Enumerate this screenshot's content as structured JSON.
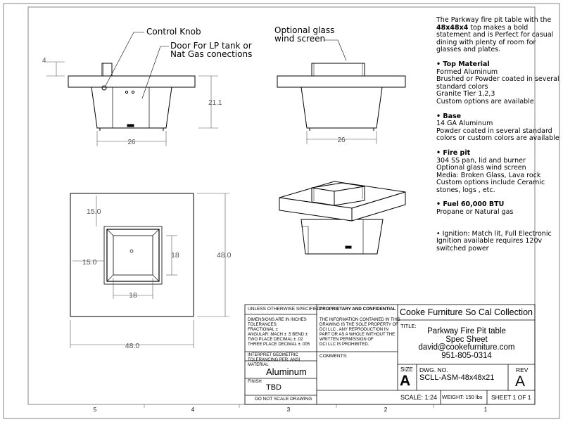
{
  "callouts": {
    "control_knob": "Control Knob",
    "door": [
      "Door For LP tank or",
      "Nat Gas conections"
    ],
    "wind_screen": [
      "Optional glass",
      "wind screen"
    ]
  },
  "dimensions": {
    "top_thickness": "4",
    "height": "21.1",
    "base_front": "26",
    "base_side": "26",
    "top_offset": "15.0",
    "left_offset": "15.0",
    "pit_height": "18",
    "pit_width": "18",
    "overall_height": "48.0",
    "overall_width": "48.0"
  },
  "spec_sheet": {
    "intro_prefix": "The Parkway fire pit table with the ",
    "intro_bold": "48x48x4",
    "intro_suffix": " top makes a bold statement and is Perfect for casual dining with plenty of room for glasses and plates.",
    "top_material": {
      "heading": "• Top Material",
      "lines": [
        "Formed Aluminum",
        "Brushed or Powder coated in several standard colors",
        "Granite Tier 1,2,3",
        "Custom options are available"
      ]
    },
    "base": {
      "heading": "• Base",
      "lines": [
        "14 GA Aluminum",
        "Powder coated in several standard colors or custom colors are available"
      ]
    },
    "fire_pit": {
      "heading": "• Fire pit",
      "lines": [
        "304 SS pan, lid and burner",
        "Optional glass wind screen",
        "Media: Broken Glass, Lava rock",
        "Custom options include Ceramic stones, logs , etc."
      ]
    },
    "fuel": {
      "heading": "• Fuel",
      "bold_value": "60,000 BTU",
      "line": "Propane or Natural gas"
    },
    "ignition": "• Ignition: Match lit, Full Electronic Ignition available requires 120v switched power"
  },
  "title_block": {
    "unless": "UNLESS OTHERWISE SPECIFIED:",
    "tolerances": [
      "DIMENSIONS ARE IN INCHES",
      "TOLERANCES:",
      "FRACTIONAL ±",
      "ANGULAR: MACH ± .5   BEND ±",
      "TWO PLACE DECIMAL    ± .02",
      "THREE PLACE DECIMAL  ± .005"
    ],
    "interpret": [
      "INTERPRET GEOMETRIC",
      "TOLERANCING PER: ANSI"
    ],
    "material_label": "MATERIAL",
    "material": "Aluminum",
    "finish_label": "FINISH",
    "finish": "TBD",
    "do_not_scale": "DO NOT SCALE DRAWING",
    "proprietary_heading": "PROPRIETARY AND CONFIDENTIAL",
    "proprietary_text": [
      "THE INFORMATION CONTAINED IN THIS",
      "DRAWING IS THE SOLE PROPERTY OF",
      "DCI LLC . ANY REPRODUCTION IN",
      "PART OR AS A WHOLE WITHOUT THE",
      "WRITTEN PERMISSION OF",
      "DCI LLC IS PROHIBITED."
    ],
    "comments_label": "COMMENTS:",
    "company": "Cooke Furniture So Cal Collection",
    "title_label": "TITLE:",
    "title_lines": [
      "Parkway Fire Pit table",
      "Spec Sheet",
      "david@cookefurniture.com",
      "951-805-0314"
    ],
    "size_label": "SIZE",
    "size": "A",
    "dwg_label": "DWG.  NO.",
    "dwg_no": "SCLL-ASM-48x48x21",
    "rev_label": "REV",
    "rev": "A",
    "scale": "SCALE: 1:24",
    "weight": "WEIGHT: 150 lbs",
    "sheet": "SHEET 1 OF 1"
  },
  "zone_labels": [
    "5",
    "4",
    "3",
    "2",
    "1"
  ]
}
